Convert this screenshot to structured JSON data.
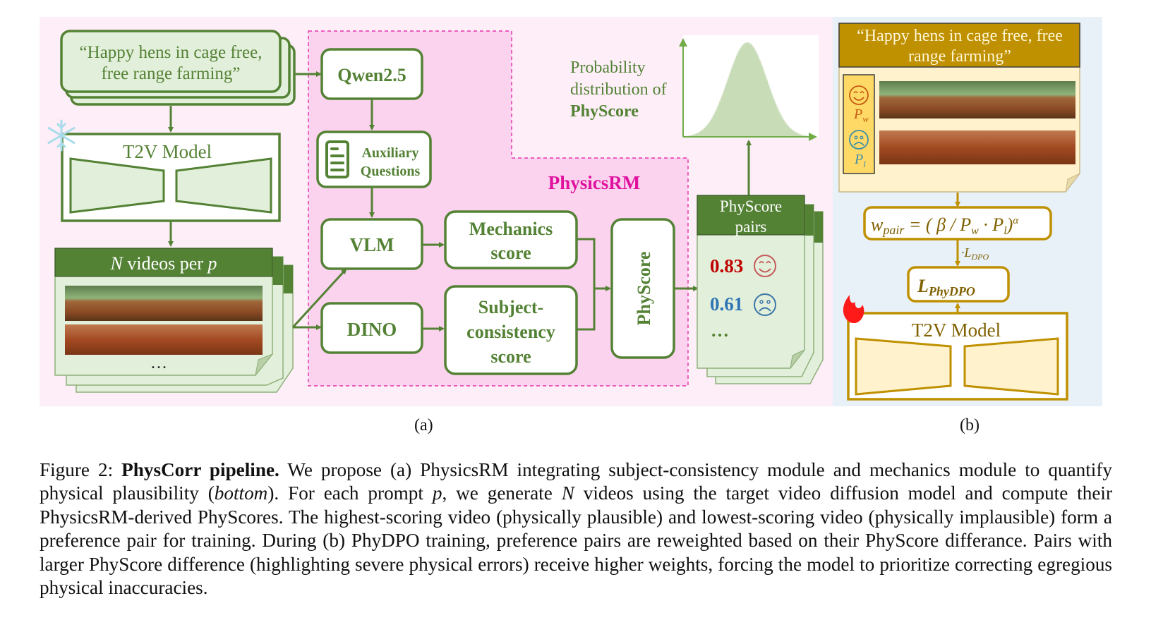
{
  "figure": {
    "panel_a": {
      "prompt_text_line1": "“Happy hens in cage free,",
      "prompt_text_line2": "free range farming”",
      "frozen_model_label": "T2V Model",
      "videos_header_n": "N",
      "videos_header_mid": " videos per ",
      "videos_header_p": "p",
      "videos_ellipsis": "…",
      "qwen_label": "Qwen2.5",
      "aux_label_line1": "Auxiliary",
      "aux_label_line2": "Questions",
      "vlm_label": "VLM",
      "dino_label": "DINO",
      "mechanics_line1": "Mechanics",
      "mechanics_line2": "score",
      "subject_line1": "Subject-",
      "subject_line2": "consistency",
      "subject_line3": "score",
      "physcore_box_label": "PhyScore",
      "physicsrm_label": "PhysicsRM",
      "dist_label_line1": "Probability",
      "dist_label_line2": "distribution of",
      "dist_label_line3": "PhyScore",
      "pairs_header_line1": "PhyScore",
      "pairs_header_line2": "pairs",
      "pair_high_value": "0.83",
      "pair_low_value": "0.61",
      "pairs_ellipsis": "…",
      "sublabel": "(a)"
    },
    "panel_b": {
      "prompt_line1": "“Happy hens in cage free, free",
      "prompt_line2": "range farming”",
      "winner_label": "P",
      "winner_sub": "w",
      "loser_label": "P",
      "loser_sub": "l",
      "weight_formula_lhs": "w",
      "weight_formula_lhs_sub": "pair",
      "weight_formula_rhs": " = ( β / P",
      "weight_formula_w": "w",
      "weight_formula_dot": " · P",
      "weight_formula_l": "l",
      "weight_formula_close": ")",
      "weight_formula_exp": "α",
      "ldpo_prefix": "·L",
      "ldpo_sub": "DPO",
      "lphydpo_main": "L",
      "lphydpo_sub": "PhyDPO",
      "trainable_model_label": "T2V Model",
      "sublabel": "(b)"
    },
    "colors": {
      "green_dark": "#548235",
      "green_fill": "#e2efda",
      "pink_bg": "#fdeef8",
      "pink_rm": "#fbd3ee",
      "magenta": "#e0119e",
      "gold": "#bf9000",
      "gold_fill": "#ffe699",
      "blue_bg": "#e8f0f8",
      "red_score": "#c00000",
      "blue_score": "#2e75b6"
    }
  },
  "caption": {
    "prefix": "Figure 2: ",
    "title": "PhysCorr pipeline.",
    "t1": " We propose (a) PhysicsRM integrating subject-consistency module and mechanics module to quantify physical plausibility (",
    "italic1": "bottom",
    "t2": "). For each prompt ",
    "italic2": "p",
    "t3": ", we generate ",
    "italic3": "N",
    "t4": " videos using the target video diffusion model and compute their PhysicsRM-derived PhyScores. The highest-scoring video (physically plausible) and lowest-scoring video (physically implausible) form a preference pair for training. During (b) PhyDPO training, preference pairs are reweighted based on their PhyScore differance. Pairs with larger PhyScore difference (highlighting severe physical errors) receive higher weights, forcing the model to prioritize correcting egregious physical inaccuracies."
  }
}
